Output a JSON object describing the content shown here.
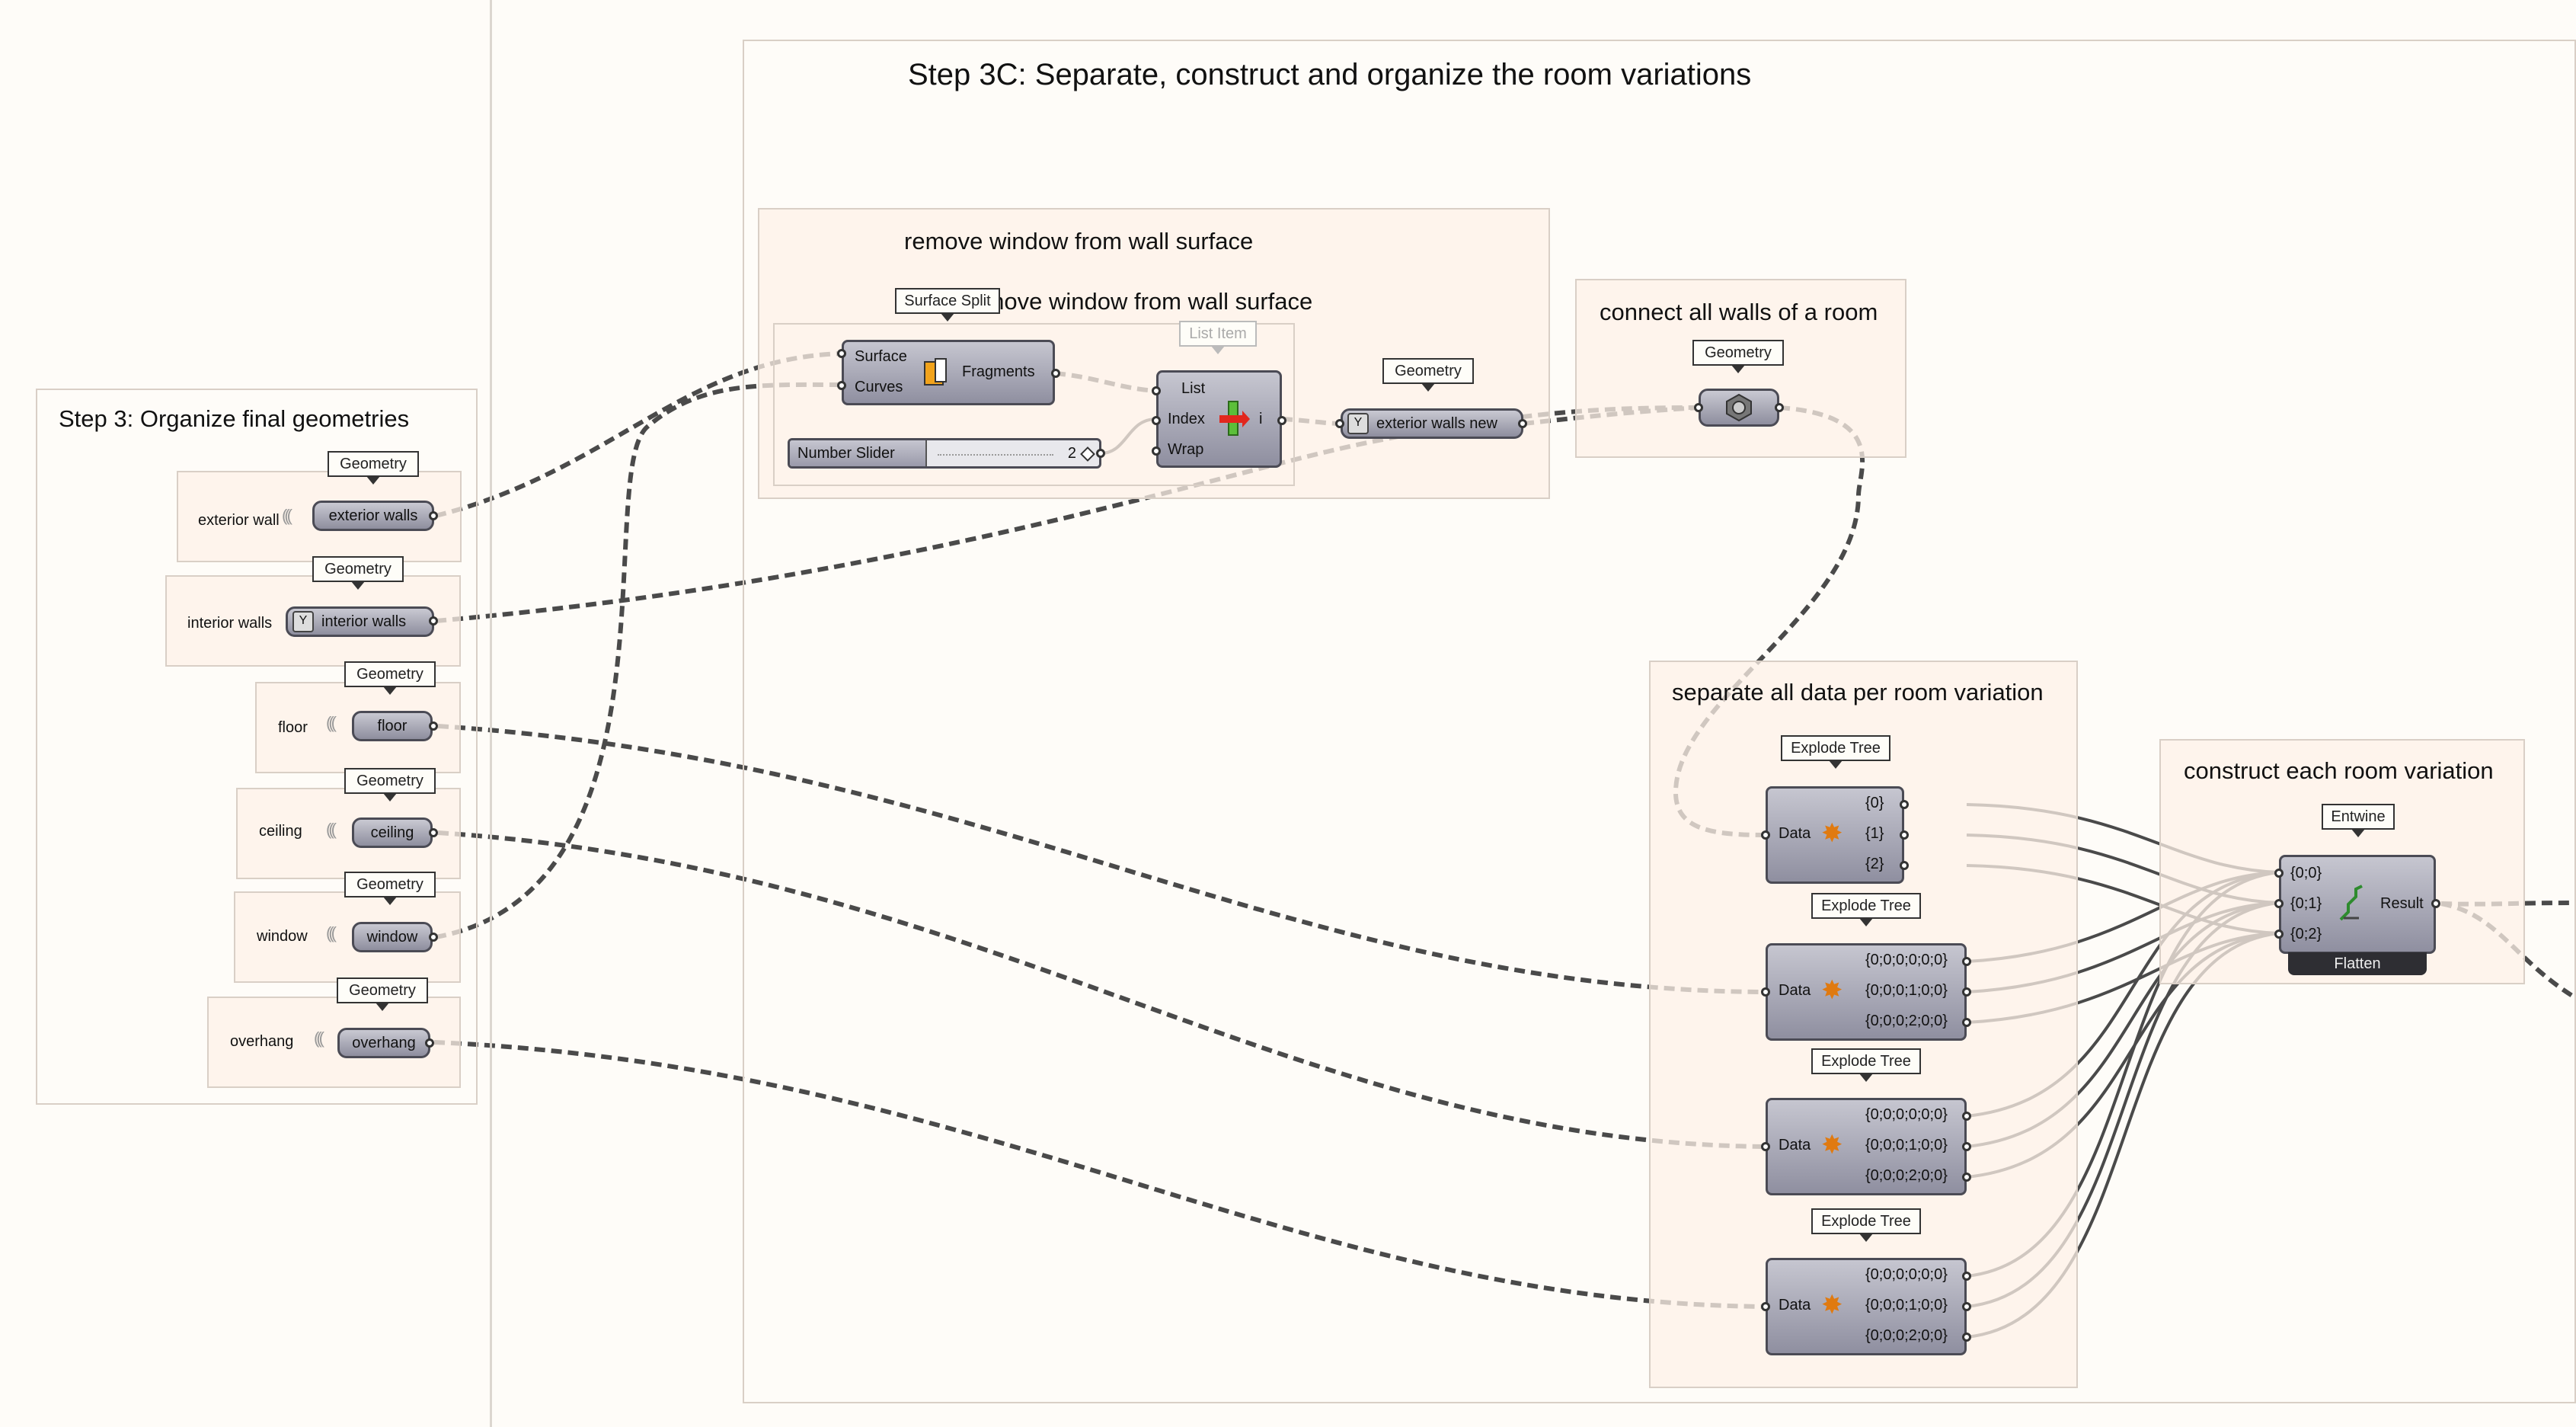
{
  "groups": {
    "step3": {
      "title": "Step 3: Organize final geometries"
    },
    "step3c": {
      "title": "Step 3C: Separate, construct and organize the room variations"
    },
    "remove_window": {
      "title": "remove window from wall surface",
      "inner_title": "remove window from wall surface"
    },
    "connect_walls": {
      "title": "connect all walls of a room"
    },
    "separate_data": {
      "title": "separate all data per room variation"
    },
    "construct_variation": {
      "title": "construct each room variation"
    }
  },
  "step3_rows": [
    {
      "label": "exterior wall",
      "tag": "Geometry",
      "param": "exterior walls"
    },
    {
      "label": "interior walls",
      "tag": "Geometry",
      "param": "interior walls"
    },
    {
      "label": "floor",
      "tag": "Geometry",
      "param": "floor"
    },
    {
      "label": "ceiling",
      "tag": "Geometry",
      "param": "ceiling"
    },
    {
      "label": "window",
      "tag": "Geometry",
      "param": "window"
    },
    {
      "label": "overhang",
      "tag": "Geometry",
      "param": "overhang"
    }
  ],
  "surface_split": {
    "tag": "Surface Split",
    "inputs": [
      "Surface",
      "Curves"
    ],
    "output": "Fragments"
  },
  "number_slider": {
    "name": "Number Slider",
    "value": "2"
  },
  "list_item": {
    "tag": "List Item",
    "inputs": [
      "List",
      "Index",
      "Wrap"
    ],
    "output": "i"
  },
  "exterior_walls_new": {
    "tag": "Geometry",
    "param": "exterior walls new"
  },
  "join_geometry": {
    "tag": "Geometry"
  },
  "explode_trees": [
    {
      "tag": "Explode Tree",
      "input": "Data",
      "outputs": [
        "{0}",
        "{1}",
        "{2}"
      ]
    },
    {
      "tag": "Explode Tree",
      "input": "Data",
      "outputs": [
        "{0;0;0;0;0;0}",
        "{0;0;0;1;0;0}",
        "{0;0;0;2;0;0}"
      ]
    },
    {
      "tag": "Explode Tree",
      "input": "Data",
      "outputs": [
        "{0;0;0;0;0;0}",
        "{0;0;0;1;0;0}",
        "{0;0;0;2;0;0}"
      ]
    },
    {
      "tag": "Explode Tree",
      "input": "Data",
      "outputs": [
        "{0;0;0;0;0;0}",
        "{0;0;0;1;0;0}",
        "{0;0;0;2;0;0}"
      ]
    }
  ],
  "entwine": {
    "tag": "Entwine",
    "inputs": [
      "{0;0}",
      "{0;1}",
      "{0;2}"
    ],
    "output": "Result",
    "flag": "Flatten"
  },
  "colors": {
    "canvas": "#fefcf8",
    "group_fill": "#fdf2e8",
    "component": "#9d9dad",
    "wire": "#4a4a4a"
  }
}
